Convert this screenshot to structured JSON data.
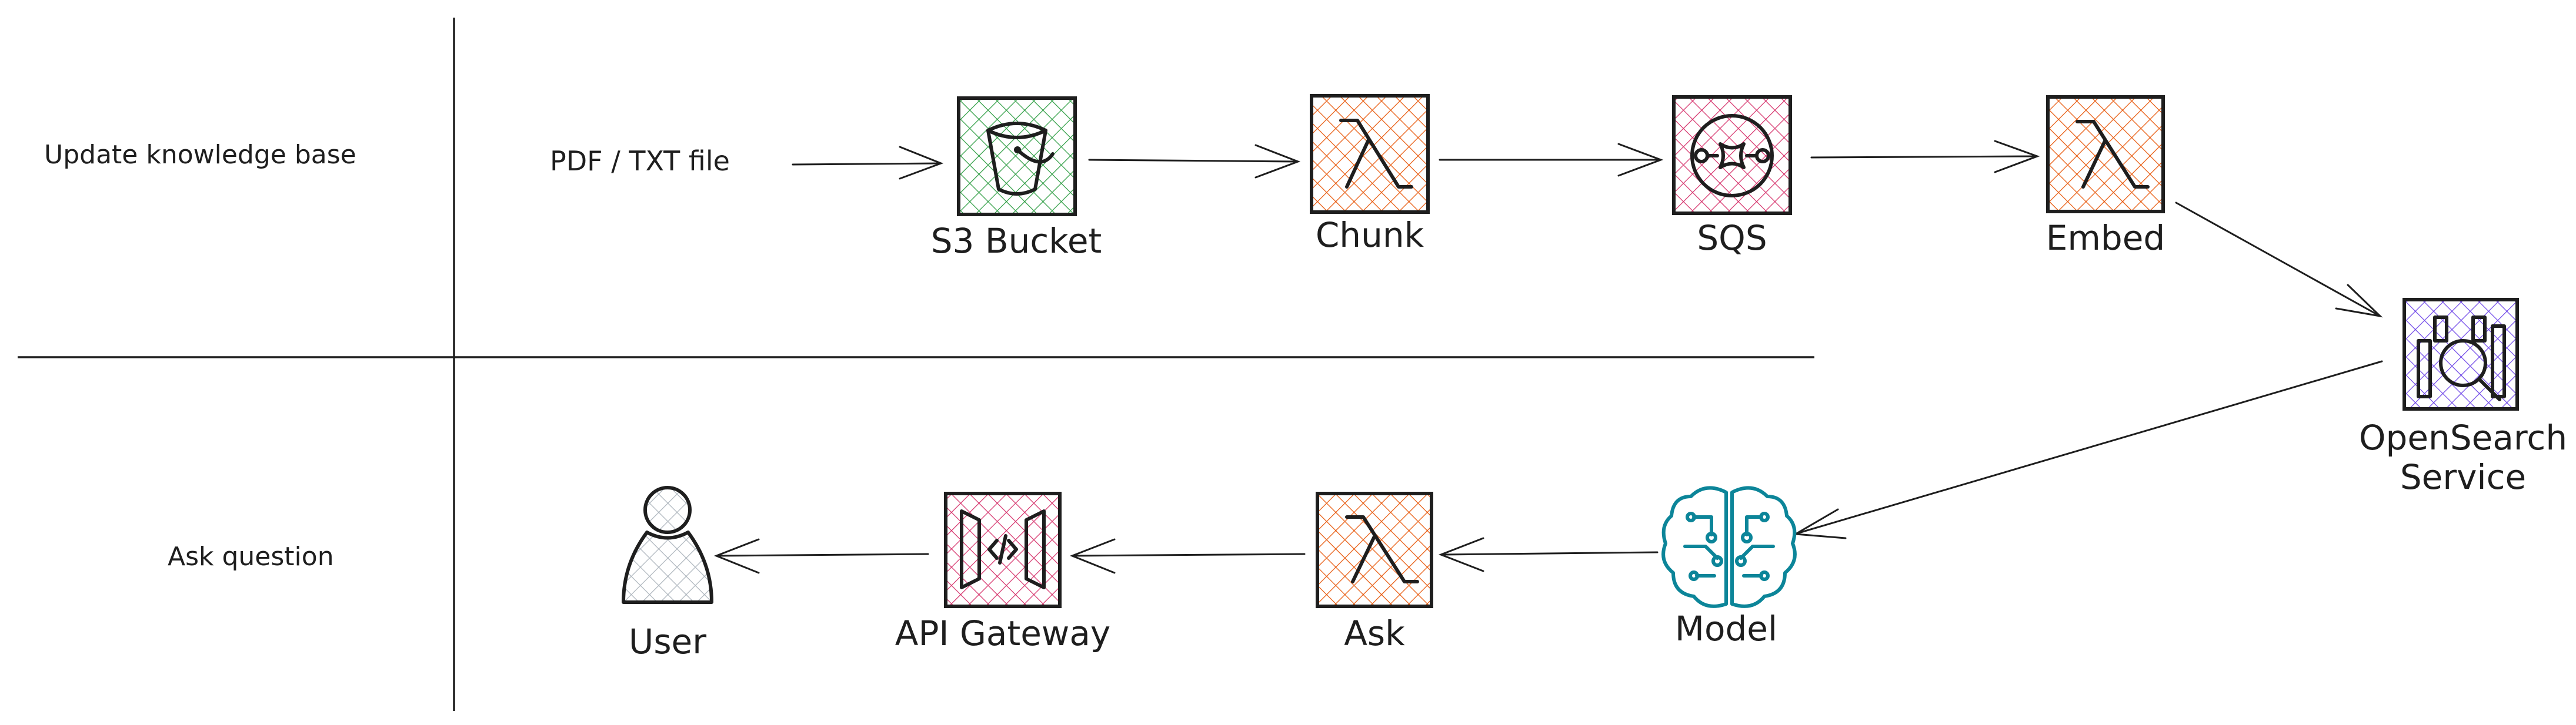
{
  "lanes": {
    "top": "Update knowledge base",
    "bottom": "Ask question"
  },
  "input_label": "PDF / TXT file",
  "nodes": {
    "s3": {
      "label": "S3 Bucket",
      "icon": "s3-bucket-icon",
      "color": "#2f9e44"
    },
    "chunk": {
      "label": "Chunk",
      "icon": "lambda-icon",
      "color": "#e8590c"
    },
    "sqs": {
      "label": "SQS",
      "icon": "sqs-icon",
      "color": "#d6336c"
    },
    "embed": {
      "label": "Embed",
      "icon": "lambda-icon",
      "color": "#e8590c"
    },
    "opensearch": {
      "label_line1": "OpenSearch",
      "label_line2": "Service",
      "icon": "opensearch-icon",
      "color": "#7048e8"
    },
    "model": {
      "label": "Model",
      "icon": "brain-circuit-icon",
      "color": "#0c8599"
    },
    "ask": {
      "label": "Ask",
      "icon": "lambda-icon",
      "color": "#e8590c"
    },
    "api": {
      "label": "API Gateway",
      "icon": "api-gateway-icon",
      "color": "#c2255c"
    },
    "user": {
      "label": "User",
      "icon": "user-icon",
      "color": "#adb5bd"
    }
  }
}
